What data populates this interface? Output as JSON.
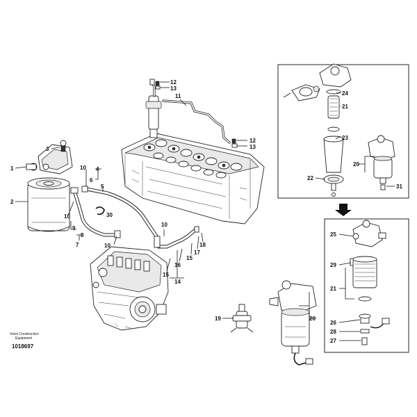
{
  "footer": {
    "brand_line1": "Volvo Construction",
    "brand_line2": "Equipment",
    "document_number": "1018697"
  },
  "callouts": {
    "c1": "1",
    "c2": "2",
    "c3": "3",
    "c4": "4",
    "c5": "5",
    "c6": "6",
    "c7": "7",
    "c8": "8",
    "c9": "9",
    "c10a": "10",
    "c10b": "10",
    "c10c": "10",
    "c10d": "10",
    "c11": "11",
    "c12a": "12",
    "c13a": "13",
    "c12b": "12",
    "c13b": "13",
    "c14": "14",
    "c15a": "15",
    "c15b": "15",
    "c16": "16",
    "c17": "17",
    "c18": "18",
    "c19": "19",
    "c20a": "20",
    "c20b": "20",
    "c21a": "21",
    "c21b": "21",
    "c22": "22",
    "c23": "23",
    "c24": "24",
    "c25": "25",
    "c26": "26",
    "c27": "27",
    "c28": "28",
    "c29": "29",
    "c30": "30",
    "c31": "31"
  },
  "colors": {
    "line": "#222222",
    "background": "#ffffff",
    "arrow": "#111111"
  }
}
